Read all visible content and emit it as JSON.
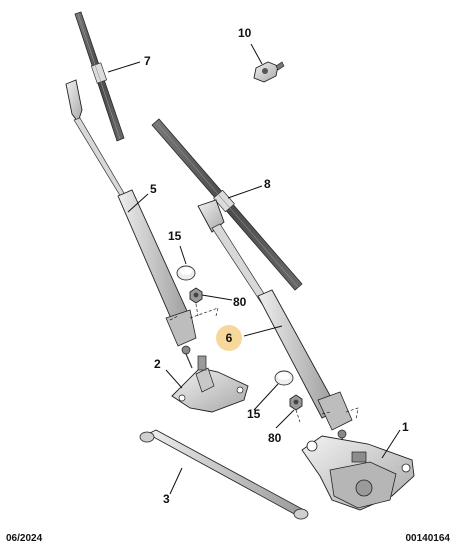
{
  "callouts": {
    "c1": "1",
    "c2": "2",
    "c3": "3",
    "c5": "5",
    "c6": "6",
    "c7": "7",
    "c8": "8",
    "c10": "10",
    "c15a": "15",
    "c15b": "15",
    "c80a": "80",
    "c80b": "80"
  },
  "highlighted_callout": "6",
  "colors": {
    "highlight": "#f8d79a",
    "blade": "#5c5c5c",
    "arm": "#cfcfcf",
    "line": "#111111"
  },
  "footer": {
    "date": "06/2024",
    "reference": "00140164"
  }
}
